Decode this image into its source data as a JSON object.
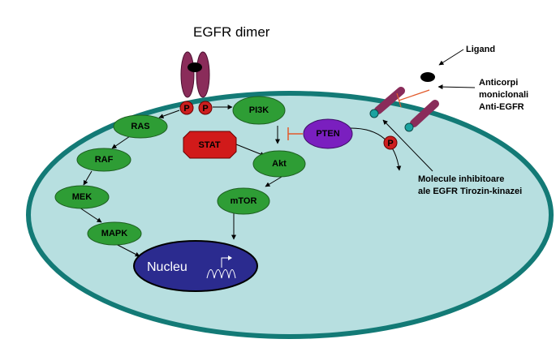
{
  "title": "EGFR dimer",
  "labels": {
    "ligand": "Ligand",
    "antibodies_line1": "Anticorpi",
    "antibodies_line2": "moniclonali",
    "antibodies_line3": "Anti-EGFR",
    "inhibitors_line1": "Molecule inhibitoare",
    "inhibitors_line2": "ale EGFR Tirozin-kinazei",
    "phospho": "P"
  },
  "nodes": {
    "ras": "RAS",
    "raf": "RAF",
    "mek": "MEK",
    "mapk": "MAPK",
    "pi3k": "PI3K",
    "akt": "Akt",
    "mtor": "mTOR",
    "stat": "STAT",
    "pten": "PTEN",
    "nucleus": "Nucleu"
  },
  "colors": {
    "cell_fill": "#b7dfe0",
    "cell_border": "#137a76",
    "node_green": "#2e9d35",
    "node_border": "#1d5e20",
    "stat_red": "#d11a1a",
    "pten_purple": "#7a1fbf",
    "nucleus_blue": "#2b2b8f",
    "receptor": "#8a2c5a",
    "phospho_red": "#cc1f1f",
    "teal_dot": "#1aa3a0",
    "inhibit_orange": "#e25a2a"
  }
}
